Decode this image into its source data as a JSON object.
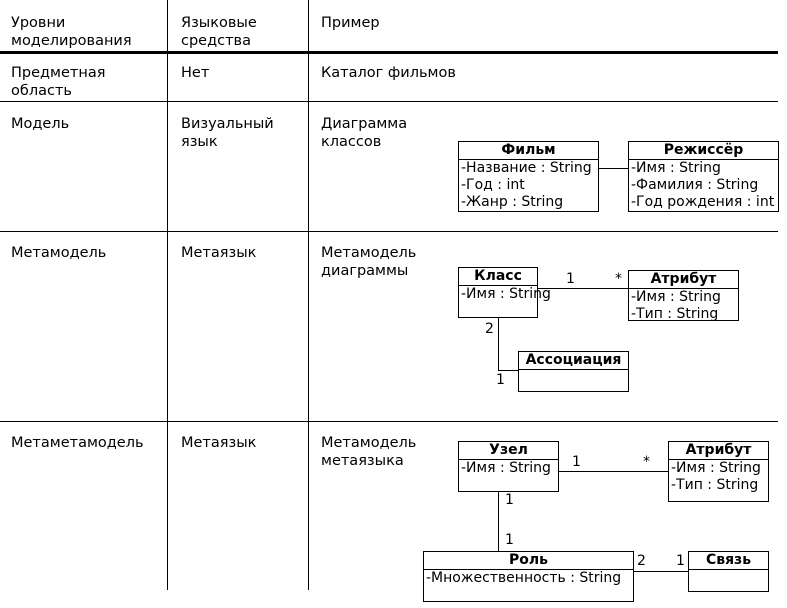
{
  "header": {
    "col1": "Уровни\nмоделирования",
    "col2": "Языковые\nсредства",
    "col3": "Пример"
  },
  "rows": [
    {
      "level": "Предметная\nобласть",
      "tools": "Нет",
      "example": "Каталог фильмов"
    },
    {
      "level": "Модель",
      "tools": "Визуальный\nязык",
      "example": "Диаграмма\nклассов"
    },
    {
      "level": "Метамодель",
      "tools": "Метаязык",
      "example": "Метамодель\nдиаграммы"
    },
    {
      "level": "Метаметамодель",
      "tools": "Метаязык",
      "example": "Метамодель\nметаязыка"
    }
  ],
  "classes": {
    "film": {
      "name": "Фильм",
      "attrs": [
        "-Название : String",
        "-Год : int",
        "-Жанр : String"
      ]
    },
    "director": {
      "name": "Режиссёр",
      "attrs": [
        "-Имя : String",
        "-Фамилия : String",
        "-Год рождения : int"
      ]
    },
    "klass": {
      "name": "Класс",
      "attrs": [
        "-Имя : String"
      ]
    },
    "attribute1": {
      "name": "Атрибут",
      "attrs": [
        "-Имя : String",
        "-Тип : String"
      ]
    },
    "association": {
      "name": "Ассоциация",
      "attrs": []
    },
    "node": {
      "name": "Узел",
      "attrs": [
        "-Имя : String"
      ]
    },
    "attribute2": {
      "name": "Атрибут",
      "attrs": [
        "-Имя : String",
        "-Тип : String"
      ]
    },
    "role": {
      "name": "Роль",
      "attrs": [
        "-Множественность : String"
      ]
    },
    "link": {
      "name": "Связь",
      "attrs": []
    }
  },
  "multiplicities": {
    "klass_attr_left": "1",
    "klass_attr_right": "*",
    "klass_assoc_top": "2",
    "klass_assoc_bottom": "1",
    "node_attr_left": "1",
    "node_attr_right": "*",
    "node_role_top": "1",
    "node_role_bottom": "1",
    "role_link_left": "2",
    "role_link_right": "1"
  }
}
